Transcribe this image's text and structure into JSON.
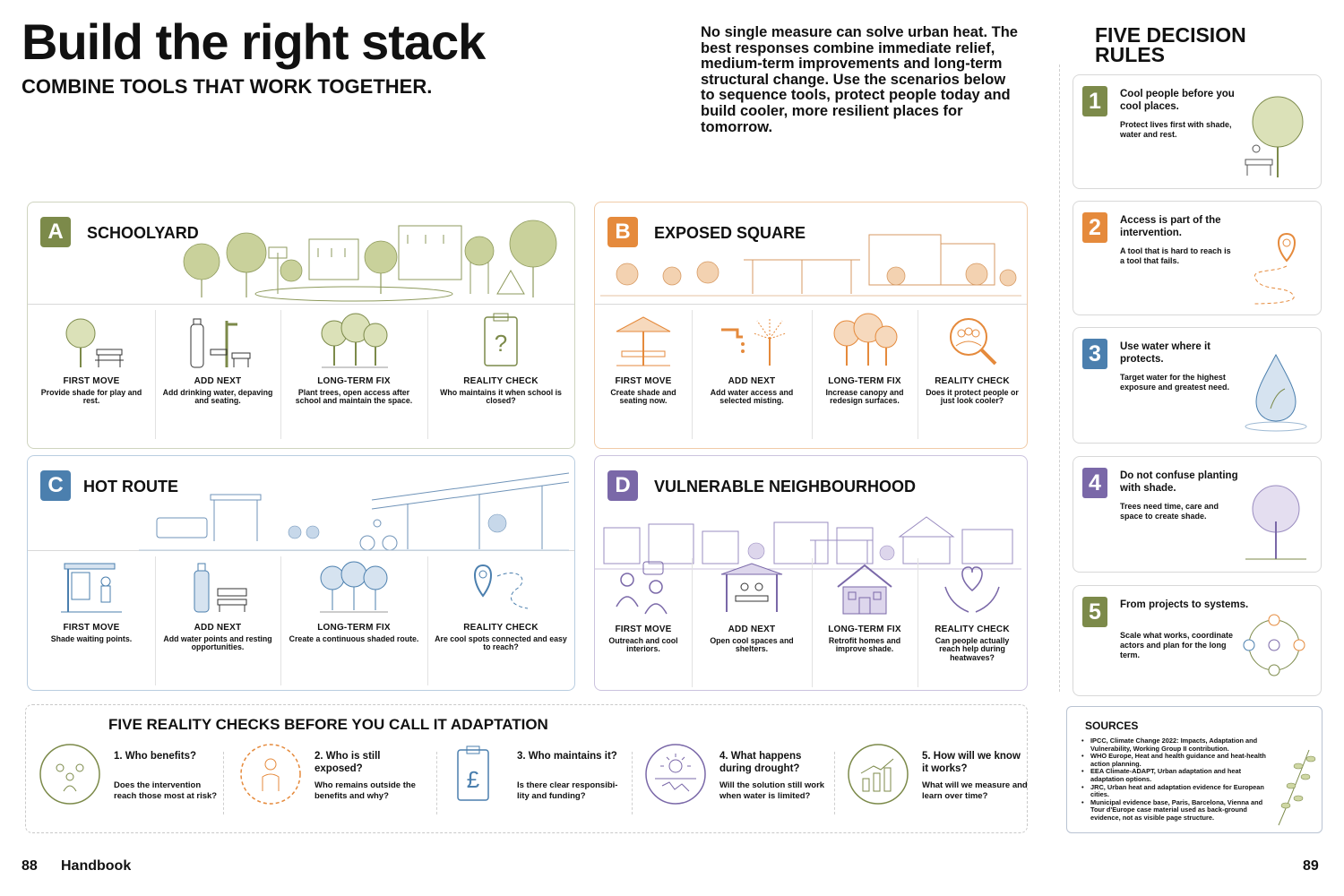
{
  "header": {
    "title": "Build the right stack",
    "subtitle": "COMBINE TOOLS THAT WORK TOGETHER.",
    "intro": "No single measure can solve urban heat. The best responses combine immediate relief, medium-term improvements and long-term structural change. Use the scenarios below to sequence tools, protect people today and build cooler, more resilient places for tomorrow."
  },
  "scenarios": [
    {
      "letter": "A",
      "title": "SCHOOLYARD",
      "color": "#7c8a4a",
      "steps": [
        {
          "label": "FIRST MOVE",
          "text": "Provide shade for play and rest.",
          "icon": "tree-bench-icon"
        },
        {
          "label": "ADD NEXT",
          "text": "Add drinking water, depaving and seating.",
          "icon": "water-fountain-icon"
        },
        {
          "label": "LONG-TERM FIX",
          "text": "Plant trees, open access after school and maintain the space.",
          "icon": "trees-icon"
        },
        {
          "label": "REALITY CHECK",
          "text": "Who maintains it when school is closed?",
          "icon": "clipboard-question-icon"
        }
      ]
    },
    {
      "letter": "B",
      "title": "EXPOSED SQUARE",
      "color": "#e58a3c",
      "steps": [
        {
          "label": "FIRST MOVE",
          "text": "Create shade and seating now.",
          "icon": "parasol-bench-icon"
        },
        {
          "label": "ADD NEXT",
          "text": "Add water access and selected misting.",
          "icon": "tap-mist-icon"
        },
        {
          "label": "LONG-TERM FIX",
          "text": "Increase canopy and redesign surfaces.",
          "icon": "trees-icon"
        },
        {
          "label": "REALITY CHECK",
          "text": "Does it protect people or just look cooler?",
          "icon": "magnifier-people-icon"
        }
      ]
    },
    {
      "letter": "C",
      "title": "HOT ROUTE",
      "color": "#4b7fae",
      "steps": [
        {
          "label": "FIRST MOVE",
          "text": "Shade waiting points.",
          "icon": "bus-shelter-icon"
        },
        {
          "label": "ADD NEXT",
          "text": "Add water points and resting opportunities.",
          "icon": "bottle-bench-icon"
        },
        {
          "label": "LONG-TERM FIX",
          "text": "Create a continuous shaded route.",
          "icon": "tree-row-icon"
        },
        {
          "label": "REALITY CHECK",
          "text": "Are cool spots connected and easy to reach?",
          "icon": "map-pin-route-icon"
        }
      ]
    },
    {
      "letter": "D",
      "title": "VULNERABLE NEIGHBOURHOOD",
      "color": "#7a68a8",
      "steps": [
        {
          "label": "FIRST MOVE",
          "text": "Outreach and cool interiors.",
          "icon": "people-chat-icon"
        },
        {
          "label": "ADD NEXT",
          "text": "Open cool spaces and shelters.",
          "icon": "shelter-icon"
        },
        {
          "label": "LONG-TERM FIX",
          "text": "Retrofit homes and improve shade.",
          "icon": "house-icon"
        },
        {
          "label": "REALITY CHECK",
          "text": "Can people actually reach help during heatwaves?",
          "icon": "hands-heart-icon"
        }
      ]
    }
  ],
  "rules": {
    "title": "FIVE DECISION RULES",
    "items": [
      {
        "num": "1",
        "head": "Cool people before you cool places.",
        "text": "Protect lives first with shade, water and rest.",
        "color": "#7c8a4a",
        "icon": "tree-bench-person-icon"
      },
      {
        "num": "2",
        "head": "Access is part of the intervention.",
        "text": "A tool that is hard to reach is a tool that fails.",
        "color": "#e58a3c",
        "icon": "map-pin-path-icon"
      },
      {
        "num": "3",
        "head": "Use water where it protects.",
        "text": "Target water for the highest exposure and greatest need.",
        "color": "#4b7fae",
        "icon": "water-drop-icon"
      },
      {
        "num": "4",
        "head": "Do not confuse planting with shade.",
        "text": "Trees need time, care and space to create shade.",
        "color": "#7a68a8",
        "icon": "young-tree-icon"
      },
      {
        "num": "5",
        "head": "From projects to systems.",
        "text": "Scale what works, coordinate actors and plan for the long term.",
        "color": "#7c8a4a",
        "icon": "network-people-icon"
      }
    ]
  },
  "checks": {
    "title": "FIVE REALITY CHECKS BEFORE YOU CALL IT ADAPTATION",
    "items": [
      {
        "head": "1. Who benefits?",
        "text": "Does the intervention reach those most at risk?",
        "icon": "people-group-icon",
        "color": "#7c8a4a"
      },
      {
        "head": "2. Who is still exposed?",
        "text": "Who remains outside the benefits and why?",
        "icon": "person-dashed-icon",
        "color": "#e58a3c"
      },
      {
        "head": "3. Who maintains it?",
        "text": "Is there clear responsibi- lity and funding?",
        "icon": "pound-clipboard-icon",
        "color": "#4b7fae"
      },
      {
        "head": "4. What happens during drought?",
        "text": "Will the solution still work when water is limited?",
        "icon": "sun-drought-icon",
        "color": "#7a68a8"
      },
      {
        "head": "5. How will we know it works?",
        "text": "What will we measure and learn over time?",
        "icon": "chart-up-icon",
        "color": "#7c8a4a"
      }
    ]
  },
  "sources": {
    "title": "SOURCES",
    "items": [
      "IPCC, Climate Change 2022: Impacts, Adaptation and Vulnerability, Working Group II contribution.",
      "WHO Europe, Heat and health guidance and heat-health action planning.",
      "EEA Climate-ADAPT, Urban adaptation and heat adaptation options.",
      "JRC, Urban heat and adaptation evidence for European cities.",
      "Municipal evidence base, Paris, Barcelona, Vienna and Tour d'Europe case material used as back-ground evidence, not as visible page structure."
    ]
  },
  "footer": {
    "left_page": "88",
    "label": "Handbook",
    "right_page": "89"
  }
}
